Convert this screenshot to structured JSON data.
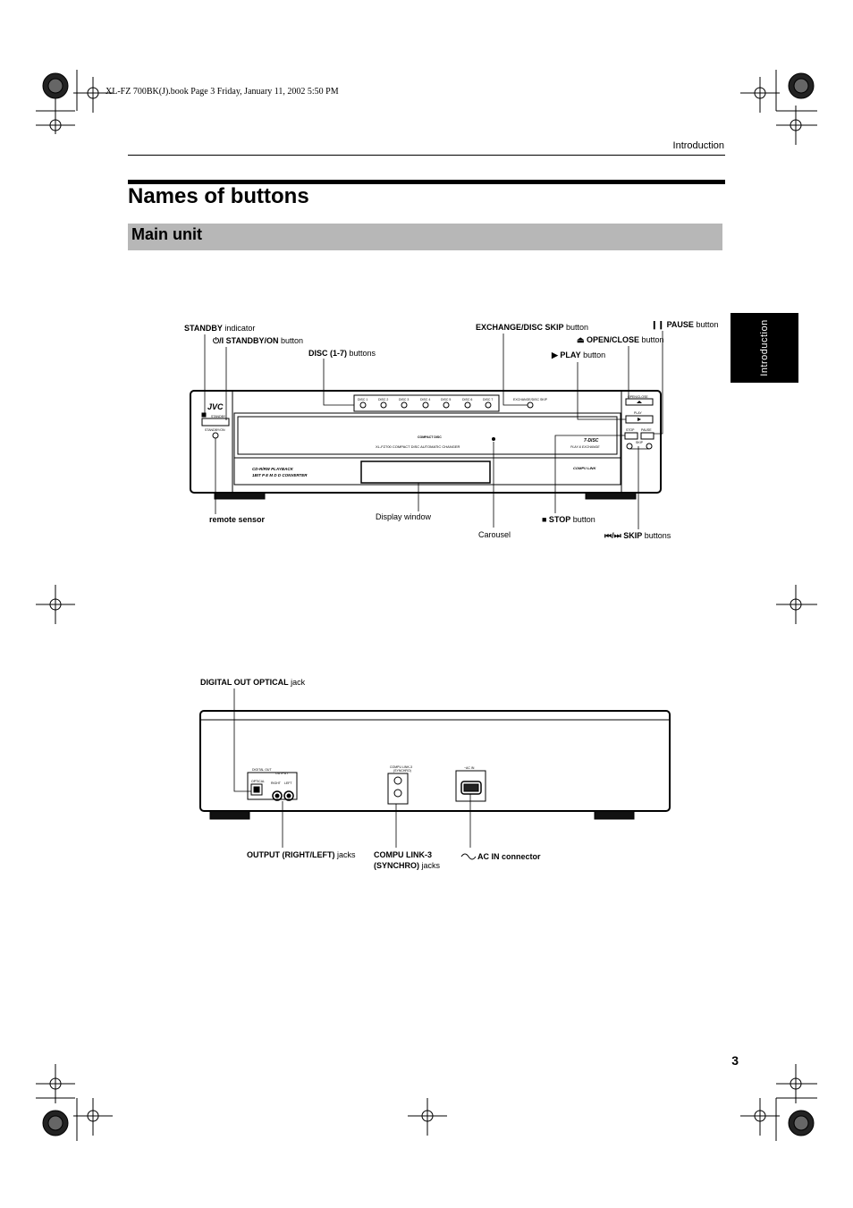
{
  "header": {
    "book_info": "XL-FZ 700BK(J).book  Page 3  Friday, January 11, 2002  5:50 PM",
    "section": "Introduction"
  },
  "page": {
    "title": "Names of buttons",
    "subtitle": "Main unit",
    "side_tab": "Introduction",
    "page_number": "3"
  },
  "front_labels": {
    "standby_b": "STANDBY",
    "standby_t": " indicator",
    "standby_on_b": "⏻/I STANDBY/ON",
    "standby_on_t": " button",
    "disc_b": "DISC (1-7)",
    "disc_t": " buttons",
    "exchange_b": "EXCHANGE/DISC SKIP",
    "exchange_t": " button",
    "pause_b": "❙❙ PAUSE",
    "pause_t": " button",
    "open_close_b": "⏏ OPEN/CLOSE",
    "open_close_t": " button",
    "play_b": "▶ PLAY",
    "play_t": " button",
    "remote_sensor": "remote sensor",
    "display_window": "Display window",
    "carousel": "Carousel",
    "stop_b": "■ STOP",
    "stop_t": " button",
    "skip_b": "⏮/⏭ SKIP",
    "skip_t": " buttons"
  },
  "rear_labels": {
    "digital_b": "DIGITAL OUT OPTICAL",
    "digital_t": " jack",
    "output_b": "OUTPUT (RIGHT/LEFT)",
    "output_t": " jacks",
    "compu_b1": "COMPU LINK-3",
    "compu_b2": "(SYNCHRO)",
    "compu_t2": " jacks",
    "ac_in": "AC IN connector"
  },
  "panel_text": {
    "brand": "JVC",
    "standby_small": "STANDBY",
    "standby_on_small": "STANDBY/ON",
    "discs": [
      "DISC 1",
      "DISC 2",
      "DISC 3",
      "DISC 4",
      "DISC 5",
      "DISC 6",
      "DISC 7"
    ],
    "exchange_small": "EXCHANGE/DISC SKIP",
    "open_close_small": "OPEN/CLOSE",
    "play_small": "PLAY",
    "stop_small": "STOP",
    "pause_small": "PAUSE",
    "skip_small": "SKIP",
    "model_line": "XL-FZ700 COMPACT DISC AUTOMATIC CHANGER",
    "cd_logo": "COMPACT DISC",
    "cdrw_line1": "CD-R/RW  PLAYBACK",
    "cdrw_line2": "1BIT  P E M  D D CONVERTER",
    "seven_disc": "7-DISC",
    "play_exchange": "PLAY & EXCHANGE",
    "compulink_logo": "COMPU LINK",
    "digital_out_small": "DIGITAL OUT",
    "optical_small": "OPTICAL",
    "output_small": "OUTPUT",
    "right_small": "RIGHT",
    "left_small": "LEFT",
    "compu_small": "COMPU LINK-3",
    "synchro_small": "(SYNCHRO)",
    "acin_small": "~AC IN"
  }
}
